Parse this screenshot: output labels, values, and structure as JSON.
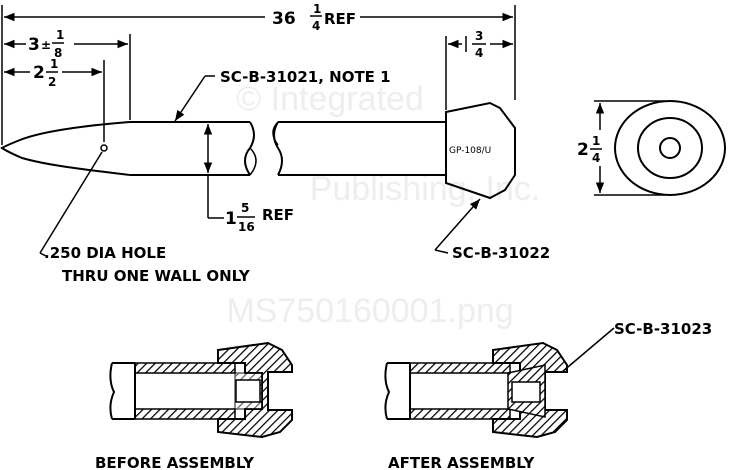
{
  "watermark": {
    "line1": "© Integrated",
    "line2": "Publishing, Inc.",
    "line3": "MS750160001.png"
  },
  "dims": {
    "overall": {
      "whole": "36",
      "num": "1",
      "den": "4",
      "suffix": "REF"
    },
    "hole_offset_tol": {
      "whole": "3",
      "tol": "±",
      "num": "1",
      "den": "8"
    },
    "hole_pos": {
      "whole": "2",
      "num": "1",
      "den": "2"
    },
    "cap_len": {
      "whole": "",
      "num": "3",
      "den": "4"
    },
    "tube_dia": {
      "whole": "1",
      "num": "5",
      "den": "16",
      "suffix": "REF"
    },
    "end_dia": {
      "whole": "2",
      "num": "1",
      "den": "4"
    }
  },
  "callouts": {
    "tube": "SC-B-31021, NOTE 1",
    "cap": "SC-B-31022",
    "insert": "SC-B-31023",
    "cap_marking": "GP-108/U",
    "hole_line1": ".250 DIA HOLE",
    "hole_line2": "THRU  ONE  WALL  ONLY"
  },
  "captions": {
    "before": "BEFORE  ASSEMBLY",
    "after": "AFTER  ASSEMBLY"
  }
}
